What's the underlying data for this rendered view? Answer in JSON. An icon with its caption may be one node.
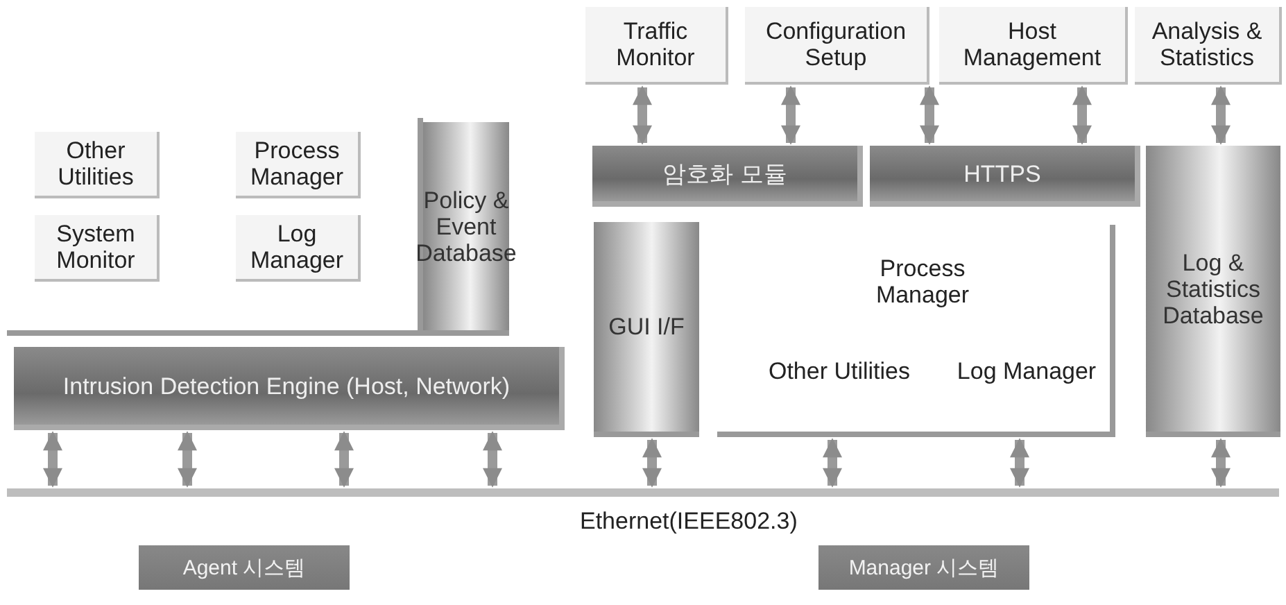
{
  "diagram": {
    "nodes": [
      {
        "text": [],
        "shape": "box"
      },
      {
        "text": [
          "Other Utilities"
        ],
        "in": 0
      },
      {
        "text": [
          "Process Manager"
        ],
        "in": 0
      },
      {
        "text": [
          "System Monitor"
        ],
        "in": 0
      },
      {
        "text": [
          "Log Manager"
        ],
        "in": 0
      },
      {
        "text": [
          "Policy & Event Database"
        ]
      },
      {
        "text": [
          "Intrusion Detection Engine (Host, Network)"
        ]
      },
      {
        "text": [],
        "shape": "bar",
        "beside": [
          "Ethernet(IEEE802.3)"
        ]
      },
      {
        "text": [
          "Traffic Monitor"
        ]
      },
      {
        "text": [
          "Configuration Setup"
        ]
      },
      {
        "text": [
          "Host Management"
        ]
      },
      {
        "text": [
          "Analysis & Statistics"
        ]
      },
      {
        "text": [
          "암호화 모듈"
        ]
      },
      {
        "text": [
          "HTTPS"
        ]
      },
      {
        "text": [
          "GUI I/F"
        ]
      },
      {
        "text": [],
        "shape": "box"
      },
      {
        "text": [
          "Process Manager"
        ],
        "in": 15
      },
      {
        "text": [
          "Other Utilities"
        ],
        "in": 15
      },
      {
        "text": [
          "Log Manager"
        ],
        "in": 15
      },
      {
        "text": [
          "Log & Statistics Database"
        ]
      },
      {
        "text": [
          "Agent 시스템"
        ]
      },
      {
        "text": [
          "Manager 시스템"
        ]
      }
    ],
    "edges": [
      {
        "from": 6,
        "to": 7,
        "arrow": "both"
      },
      {
        "from": 6,
        "to": 7,
        "arrow": "both"
      },
      {
        "from": 6,
        "to": 7,
        "arrow": "both"
      },
      {
        "from": 6,
        "to": 7,
        "arrow": "both"
      },
      {
        "from": 14,
        "to": 7,
        "arrow": "both"
      },
      {
        "from": 15,
        "to": 7,
        "arrow": "both"
      },
      {
        "from": 15,
        "to": 7,
        "arrow": "both"
      },
      {
        "from": 19,
        "to": 7,
        "arrow": "both"
      },
      {
        "from": 8,
        "to": 12,
        "arrow": "both"
      },
      {
        "from": 9,
        "to": 12,
        "arrow": "both"
      },
      {
        "from": 9,
        "to": 13,
        "arrow": "both"
      },
      {
        "from": 10,
        "to": 13,
        "arrow": "both"
      },
      {
        "from": 11,
        "to": 19,
        "arrow": "both"
      }
    ]
  }
}
